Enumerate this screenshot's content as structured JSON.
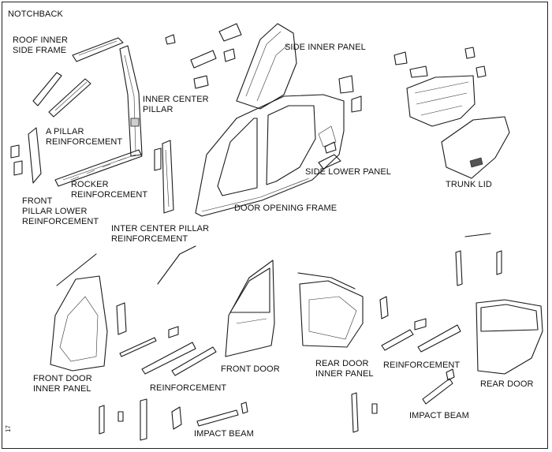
{
  "diagram": {
    "title": "NOTCHBACK",
    "page_number": "17",
    "labels": {
      "roof_inner_side_frame": "ROOF INNER\nSIDE FRAME",
      "side_inner_panel": "SIDE INNER PANEL",
      "inner_center_pillar": "INNER CENTER\nPILLAR",
      "a_pillar_reinforcement": "A PILLAR\nREINFORCEMENT",
      "rocker_reinforcement": "ROCKER\nREINFORCEMENT",
      "front_pillar_lower_reinforcement": "FRONT\nPILLAR LOWER\nREINFORCEMENT",
      "side_lower_panel": "SIDE LOWER PANEL",
      "trunk_lid": "TRUNK LID",
      "door_opening_frame": "DOOR OPENING FRAME",
      "inter_center_pillar_reinforcement": "INTER CENTER PILLAR\nREINFORCEMENT",
      "front_door_inner_panel": "FRONT DOOR\nINNER PANEL",
      "reinforcement_front": "REINFORCEMENT",
      "front_door": "FRONT DOOR",
      "rear_door_inner_panel": "REAR DOOR\nINNER PANEL",
      "reinforcement_rear": "REINFORCEMENT",
      "rear_door": "REAR DOOR",
      "impact_beam_front": "IMPACT BEAM",
      "impact_beam_rear": "IMPACT BEAM"
    }
  }
}
